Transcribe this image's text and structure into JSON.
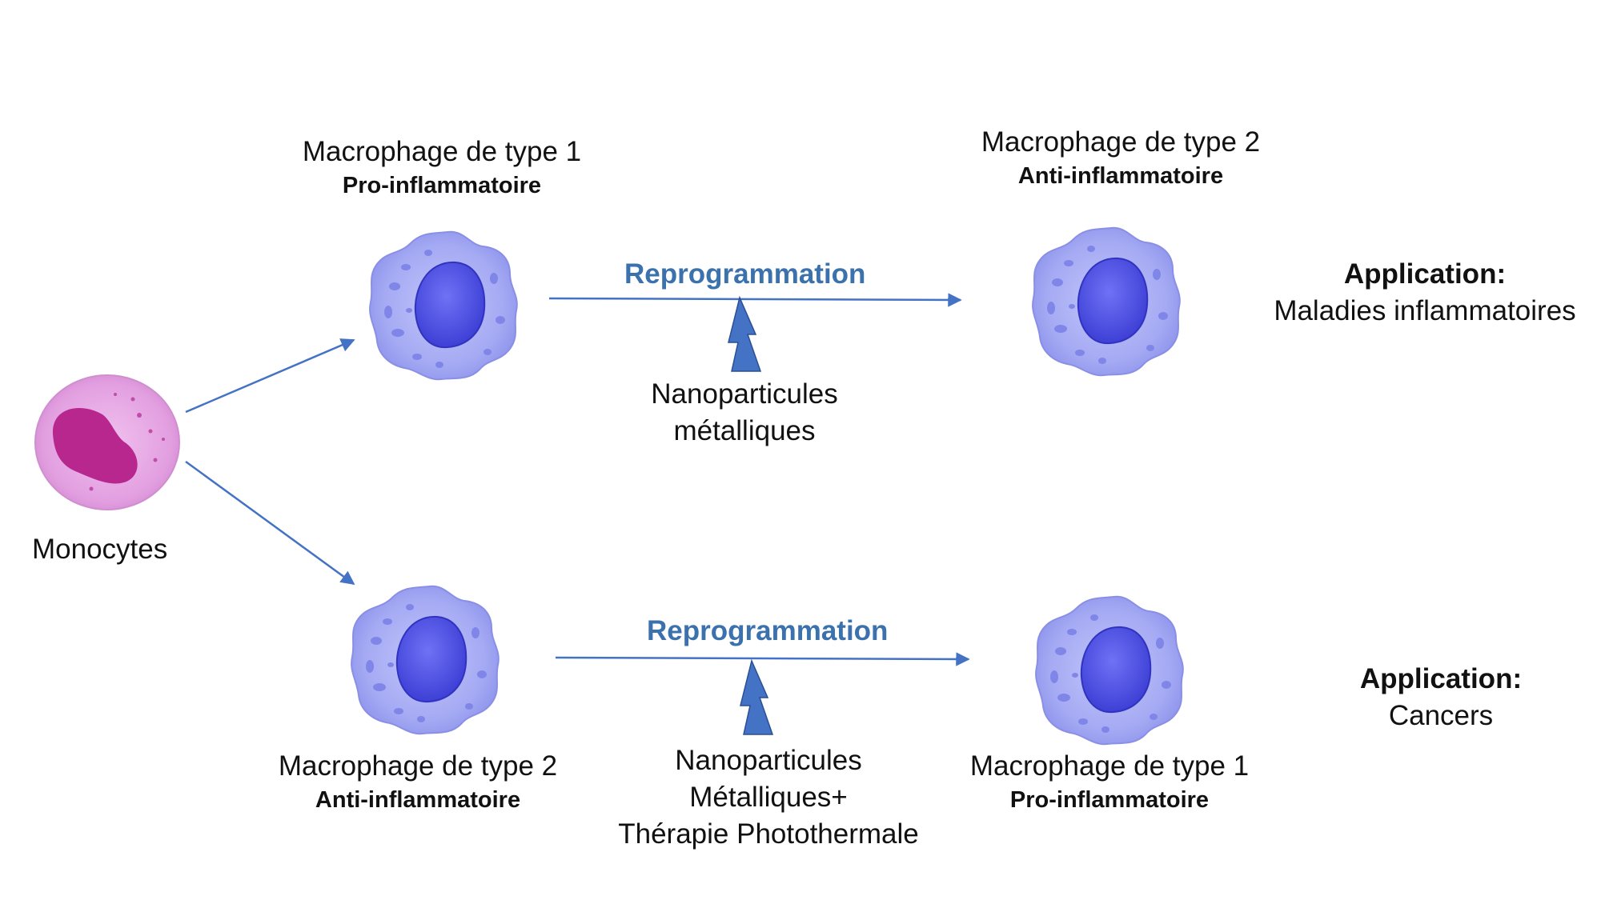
{
  "monocytes_label": "Monocytes",
  "top_row": {
    "source_title": "Macrophage de type 1",
    "source_subtitle": "Pro-inflammatoire",
    "process_label": "Reprogrammation",
    "agent_line1": "Nanoparticules",
    "agent_line2": "métalliques",
    "target_title": "Macrophage de type 2",
    "target_subtitle": "Anti-inflammatoire",
    "application_title": "Application:",
    "application_text": "Maladies inflammatoires"
  },
  "bottom_row": {
    "source_title": "Macrophage de type 2",
    "source_subtitle": "Anti-inflammatoire",
    "process_label": "Reprogrammation",
    "agent_line1": "Nanoparticules",
    "agent_line2": "Métalliques+",
    "agent_line3": "Thérapie Photothermale",
    "target_title": "Macrophage de type 1",
    "target_subtitle": "Pro-inflammatoire",
    "application_title": "Application:",
    "application_text": "Cancers"
  },
  "colors": {
    "arrow": "#4472c4",
    "process_label": "#3b72ad",
    "lightning": "#4472c4",
    "macrophage_body": "#a9aef5",
    "macrophage_nucleus": "#5b5ef0",
    "monocyte_body": "#e8a6e6",
    "monocyte_nucleus": "#b8278e"
  }
}
